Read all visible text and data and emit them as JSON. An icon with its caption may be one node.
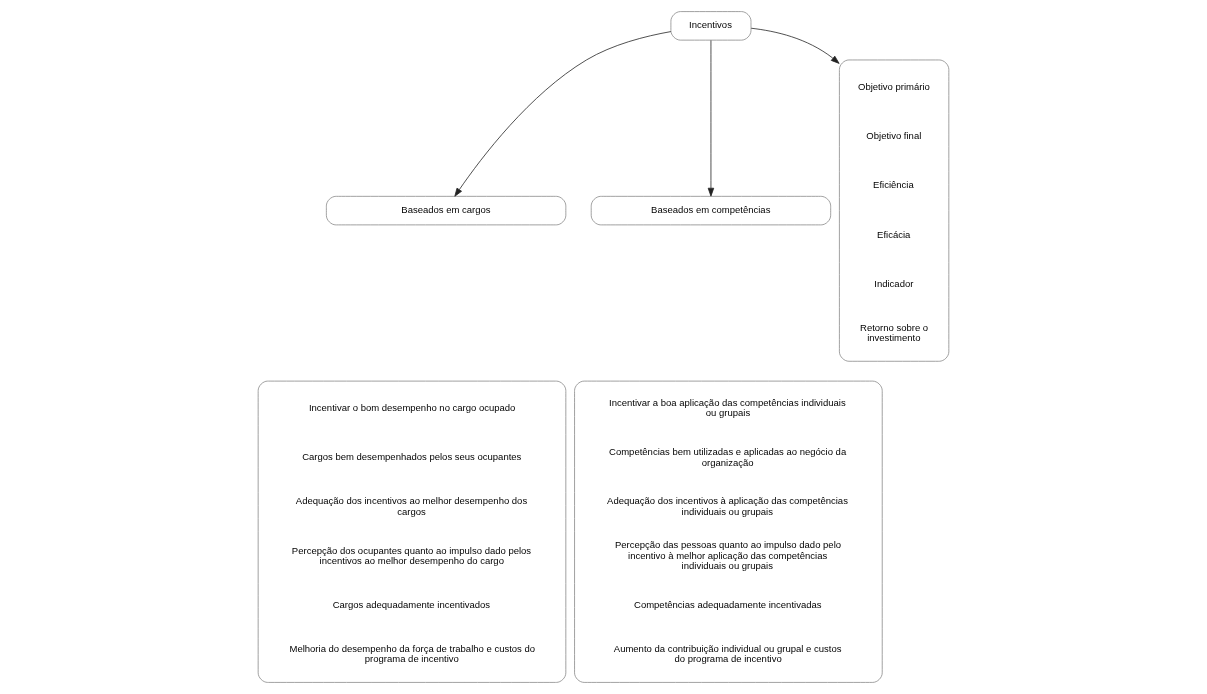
{
  "diagram": {
    "nodes": [
      {
        "text": [
          "Incentivos"
        ]
      },
      {
        "text": [
          "Baseados em cargos"
        ]
      },
      {
        "text": [
          "Baseados em competências"
        ]
      },
      {
        "text": [
          "Incentivar o bom desempenho no cargo ocupado",
          "Cargos bem desempenhados pelos seus ocupantes",
          "Adequação dos incentivos ao melhor desempenho dos cargos",
          "Percepção dos ocupantes quanto ao impulso dado pelos incentivos ao melhor desempenho do cargo",
          "Cargos adequadamente incentivados",
          "Melhoria do desempenho da força de trabalho e custos do programa de incentivo"
        ]
      },
      {
        "text": [
          "Objetivo primário",
          "Objetivo final",
          "Eficiência",
          "Eficácia",
          "Indicador",
          "Retorno sobre o investimento"
        ]
      },
      {
        "text": [
          "Incentivar a boa aplicação das competências individuais ou grupais",
          "Competências bem utilizadas e aplicadas ao negócio da organização",
          "Adequação dos incentivos à aplicação das competências individuais ou grupais",
          "Percepção das pessoas quanto ao impulso dado pelo incentivo à melhor aplicação das competências individuais ou grupais",
          "Competências adequadamente incentivadas",
          "Aumento da contribuição individual ou grupal e custos do programa de incentivo"
        ]
      }
    ],
    "edges": [
      {
        "from": 0,
        "to": 1,
        "arrow": "to"
      },
      {
        "from": 0,
        "to": 4,
        "arrow": "to"
      },
      {
        "from": 0,
        "to": 2,
        "arrow": "to"
      }
    ]
  }
}
